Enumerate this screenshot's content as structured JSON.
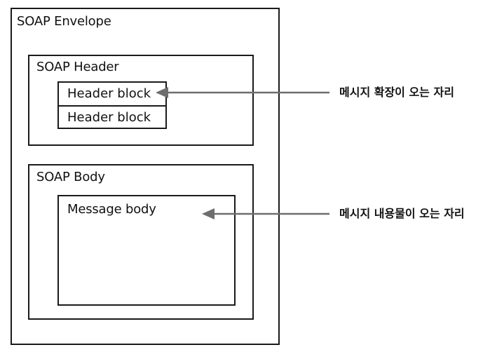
{
  "envelope": {
    "label": "SOAP Envelope"
  },
  "header": {
    "label": "SOAP Header",
    "blocks": [
      "Header block",
      "Header block"
    ]
  },
  "body": {
    "label": "SOAP Body",
    "message": "Message body"
  },
  "annotations": {
    "header_note": "메시지 확장이 오는 자리",
    "body_note": "메시지 내용물이 오는 자리"
  },
  "colors": {
    "border": "#1a1a1a",
    "arrow": "#6e6e6e"
  }
}
